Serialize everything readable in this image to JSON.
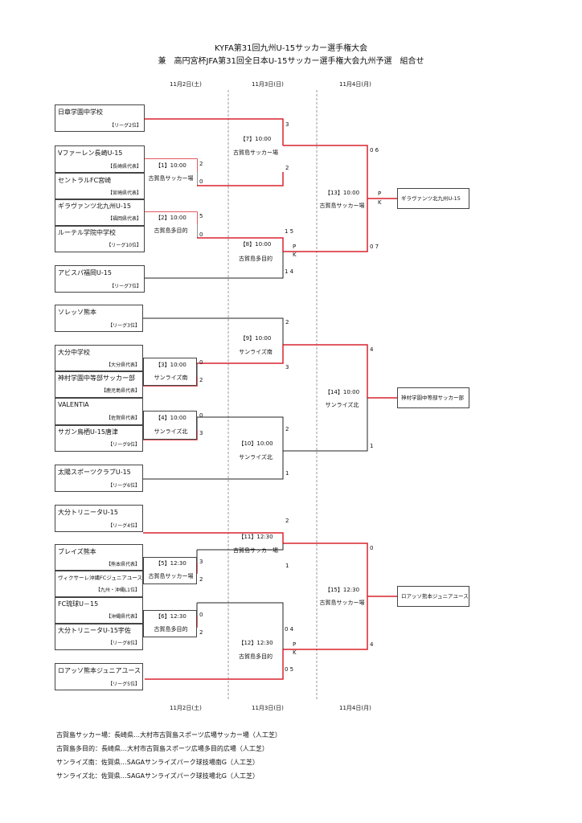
{
  "title_line1": "KYFA第31回九州U-15サッカー選手権大会",
  "title_line2": "兼　高円宮杯JFA第31回全日本U-15サッカー選手権大会九州予選　組合せ",
  "days": {
    "d1": "11月2日(土)",
    "d2": "11月3日(日)",
    "d3": "11月4日(月)"
  },
  "teams": [
    {
      "name": "日章学園中学校",
      "sub": "【リーグ2位】"
    },
    {
      "name": "Vファーレン長崎U-15",
      "sub": "【長崎県代表】"
    },
    {
      "name": "セントラルFC宮崎",
      "sub": "【宮崎県代表】"
    },
    {
      "name": "ギラヴァンツ北九州U-15",
      "sub": "【福岡県代表】"
    },
    {
      "name": "ルーテル学院中学校",
      "sub": "【リーグ10位】"
    },
    {
      "name": "アビスパ福岡U-15",
      "sub": "【リーグ7位】"
    },
    {
      "name": "ソレッソ熊本",
      "sub": "【リーグ3位】"
    },
    {
      "name": "大分中学校",
      "sub": "【大分県代表】"
    },
    {
      "name": "神村学園中等部サッカー部",
      "sub": "【鹿児島県代表】"
    },
    {
      "name": "VALENTIA",
      "sub": "【佐賀県代表】"
    },
    {
      "name": "サガン鳥栖U-15唐津",
      "sub": "【リーグ9位】"
    },
    {
      "name": "太陽スポーツクラブU-15",
      "sub": "【リーグ6位】"
    },
    {
      "name": "大分トリニータU-15",
      "sub": "【リーグ4位】"
    },
    {
      "name": "ブレイズ熊本",
      "sub": "【熊本県代表】"
    },
    {
      "name": "ヴィクサーレ沖縄FCジュニアユース",
      "sub": "【九州・沖縄L1位】"
    },
    {
      "name": "FC琉球U－15",
      "sub": "【沖縄県代表】"
    },
    {
      "name": "大分トリニータU-15宇佐",
      "sub": "【リーグ8位】"
    },
    {
      "name": "ロアッソ熊本ジュニアユース",
      "sub": "【リーグ5位】"
    }
  ],
  "matches": [
    {
      "id": "【1】10:00",
      "venue": "古賀島サッカー場"
    },
    {
      "id": "【2】10:00",
      "venue": "古賀島多目的"
    },
    {
      "id": "【3】10:00",
      "venue": "サンライズ南"
    },
    {
      "id": "【4】10:00",
      "venue": "サンライズ北"
    },
    {
      "id": "【5】12:30",
      "venue": "古賀島サッカー場"
    },
    {
      "id": "【6】12:30",
      "venue": "古賀島多目的"
    },
    {
      "id": "【7】10:00",
      "venue": "古賀島サッカー場"
    },
    {
      "id": "【8】10:00",
      "venue": "古賀島多目的"
    },
    {
      "id": "【9】10:00",
      "venue": "サンライズ南"
    },
    {
      "id": "【10】10:00",
      "venue": "サンライズ北"
    },
    {
      "id": "【11】12:30",
      "venue": "古賀島サッカー場"
    },
    {
      "id": "【12】12:30",
      "venue": "古賀島多目的"
    },
    {
      "id": "【13】10:00",
      "venue": "古賀島サッカー場"
    },
    {
      "id": "【14】10:00",
      "venue": "サンライズ北"
    },
    {
      "id": "【15】12:30",
      "venue": "古賀島サッカー場"
    }
  ],
  "scores": {
    "m1a": "2",
    "m1b": "0",
    "m2a": "5",
    "m2b": "0",
    "m3a": "0",
    "m3b": "2",
    "m4a": "0",
    "m4b": "3",
    "m5a": "3",
    "m5b": "2",
    "m6a": "0",
    "m6b": "2",
    "m7a": "3",
    "m7b": "2",
    "m8a": "1  5",
    "m8pk": "P",
    "m8pk2": "K",
    "m8b": "1  4",
    "m9a": "2",
    "m9b": "3",
    "m10a": "2",
    "m10b": "1",
    "m11a": "2",
    "m11b": "1",
    "m12a": "0  4",
    "m12pk": "P",
    "m12pk2": "K",
    "m12b": "0  5",
    "m13a": "0  6",
    "m13pk": "P",
    "m13pk2": "K",
    "m13b": "0  7",
    "m14a": "4",
    "m14b": "1",
    "m15a": "0",
    "m15b": "4"
  },
  "winners": [
    "ギラヴァンツ北九州U-15",
    "神村学園中等部サッカー部",
    "ロアッソ熊本ジュニアユース"
  ],
  "notes": [
    "古賀島サッカー場：長崎県…大村市古賀島スポーツ広場サッカー場（人工芝）",
    "古賀島多目的：長崎県…大村市古賀島スポーツ広場多目的広場（人工芝）",
    "サンライズ南：佐賀県…SAGAサンライズパーク球技場南G（人工芝）",
    "サンライズ北：佐賀県…SAGAサンライズパーク球技場北G（人工芝）"
  ]
}
